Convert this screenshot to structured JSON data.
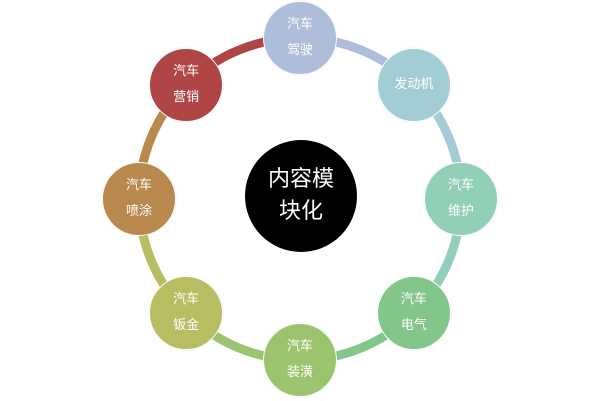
{
  "center": {
    "line1": "内容模",
    "line2": "块化"
  },
  "nodes": [
    {
      "line1": "汽车",
      "line2": "驾驶",
      "color": "#adbdda"
    },
    {
      "line1": "发动机",
      "line2": "",
      "color": "#a2cdd4"
    },
    {
      "line1": "汽车",
      "line2": "维护",
      "color": "#92cfb7"
    },
    {
      "line1": "汽车",
      "line2": "电气",
      "color": "#82c68a"
    },
    {
      "line1": "汽车",
      "line2": "装潢",
      "color": "#9cc46f"
    },
    {
      "line1": "汽车",
      "line2": "钣金",
      "color": "#b9bd62"
    },
    {
      "line1": "汽车",
      "line2": "喷涂",
      "color": "#b9884c"
    },
    {
      "line1": "汽车",
      "line2": "营销",
      "color": "#b04545"
    }
  ]
}
